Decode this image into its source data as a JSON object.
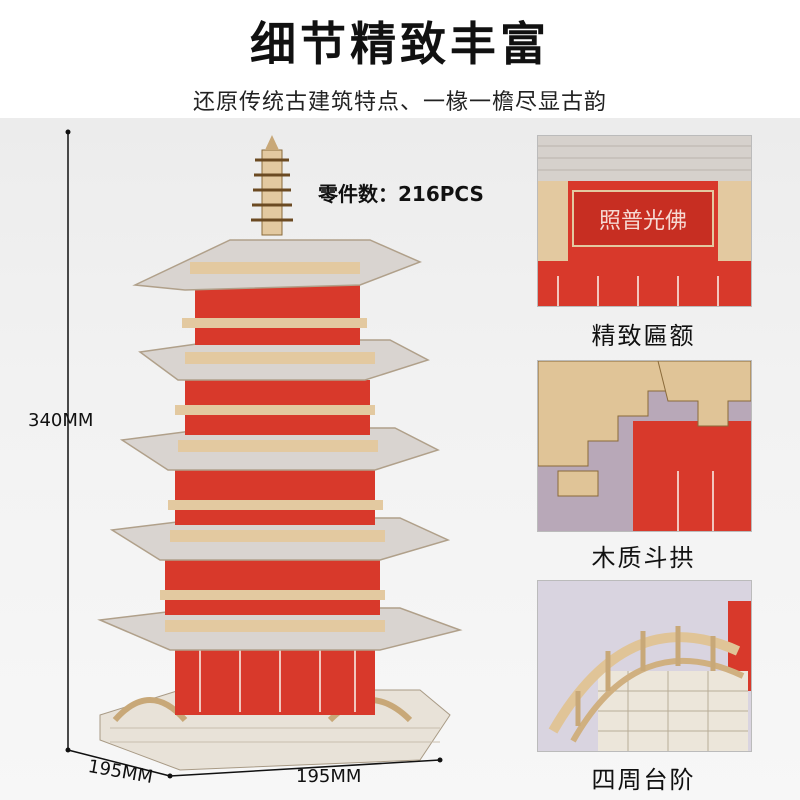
{
  "header": {
    "title": "细节精致丰富",
    "subtitle": "还原传统古建筑特点、一椽一檐尽显古韵"
  },
  "product": {
    "parts_count": "零件数：216PCS",
    "height": "340MM",
    "width_left": "195MM",
    "width_right": "195MM",
    "plaque_text": "照普光佛"
  },
  "details": [
    {
      "label": "精致匾额",
      "icon": "plaque-closeup"
    },
    {
      "label": "木质斗拱",
      "icon": "bracket-closeup"
    },
    {
      "label": "四周台阶",
      "icon": "stairs-closeup"
    }
  ],
  "colors": {
    "red": "#d8392b",
    "wood": "#e3c9a0",
    "roof": "#d9d4d0",
    "dim_line": "#111111"
  }
}
